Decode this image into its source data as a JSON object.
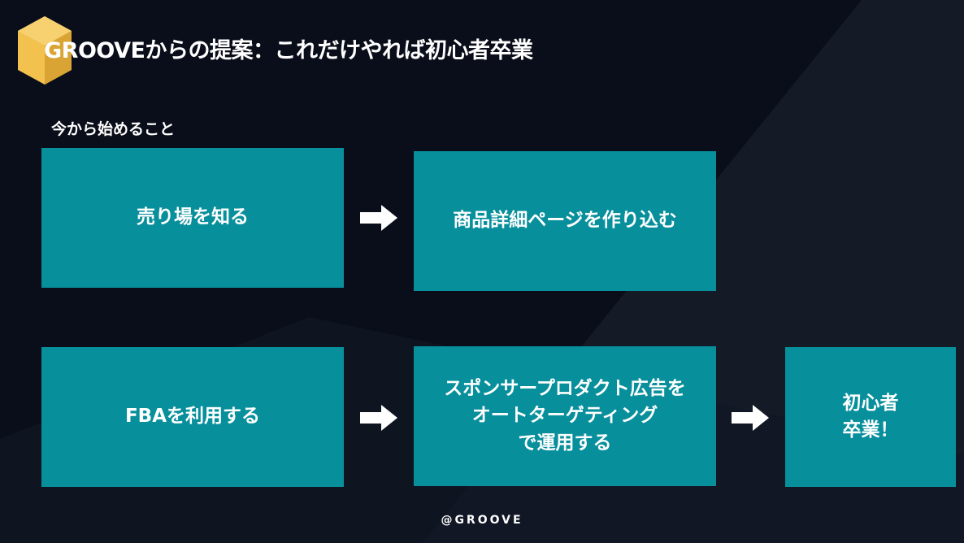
{
  "header": {
    "logo": "hexagon-logo",
    "title": "GROOVEからの提案：これだけやれば初心者卒業"
  },
  "subtitle": "今から始めること",
  "steps": {
    "row1": [
      {
        "label": "売り場を知る"
      },
      {
        "label": "商品詳細ページを作り込む"
      }
    ],
    "row2": [
      {
        "label": "FBAを利用する"
      },
      {
        "label": "スポンサープロダクト広告を\nオートターゲティング\nで運用する"
      },
      {
        "label": "初心者\n卒業！"
      }
    ]
  },
  "icons": [
    "right-arrow-icon"
  ],
  "footer": "@GROOVE",
  "colors": {
    "background": "#0a0e1a",
    "box": "#078f9c",
    "logo": "#f2c14e",
    "text": "#ffffff"
  }
}
